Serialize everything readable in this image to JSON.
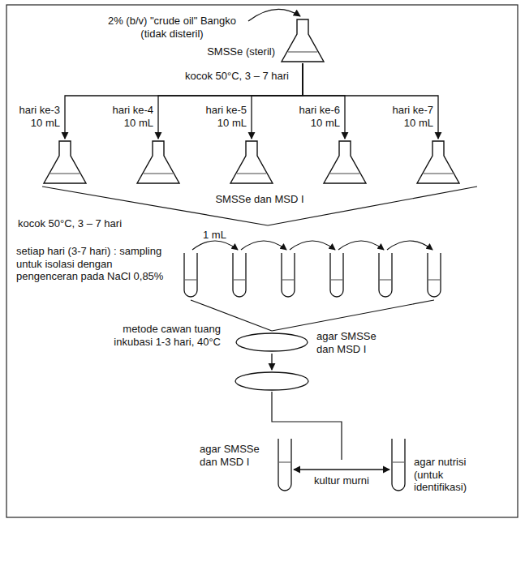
{
  "diagram": {
    "nodes": [
      {
        "text": [
          "SMSSe (steril)"
        ]
      },
      {
        "text": [
          "hari ke-3",
          "10 mL"
        ]
      },
      {
        "text": [
          "hari ke-4",
          "10 mL"
        ]
      },
      {
        "text": [
          "hari ke-5",
          "10 mL"
        ]
      },
      {
        "text": [
          "hari ke-6",
          "10 mL"
        ]
      },
      {
        "text": [
          "hari ke-7",
          "10 mL"
        ]
      },
      {
        "text": [
          "agar SMSSe dan MSD I"
        ]
      },
      {
        "text": [
          "agar SMSSe dan MSD I"
        ]
      },
      {
        "text": [
          "agar nutrisi (untuk identifikasi)"
        ]
      }
    ],
    "edges": [
      {
        "from": 0,
        "to": 1,
        "arrow": "to"
      },
      {
        "from": 0,
        "to": 2,
        "arrow": "to"
      },
      {
        "from": 0,
        "to": 3,
        "arrow": "to"
      },
      {
        "from": 0,
        "to": 4,
        "arrow": "to"
      },
      {
        "from": 0,
        "to": 5,
        "arrow": "to"
      },
      {
        "from": 7,
        "to": 8,
        "label": "kultur murni",
        "arrow": "both"
      }
    ],
    "labels": [
      "2% (b/v) \"crude oil\" Bangko (tidak disteril)",
      "kocok 50°C, 3 – 7 hari",
      "SMSSe dan MSD I",
      "kocok 50°C, 3 – 7 hari",
      "1 mL",
      "setiap hari (3-7 hari) : sampling untuk isolasi dengan pengenceran pada NaCl 0,85%",
      "metode cawan tuang inkubasi 1-3 hari, 40°C"
    ]
  }
}
